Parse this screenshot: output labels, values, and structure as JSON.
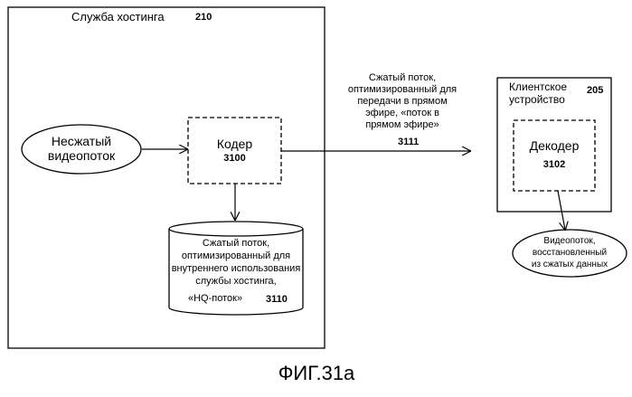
{
  "hosting_service": {
    "label": "Служба хостинга",
    "ref": "210"
  },
  "source": {
    "label_line1": "Несжатый",
    "label_line2": "видеопоток"
  },
  "encoder": {
    "label": "Кодер",
    "ref": "3100"
  },
  "storage": {
    "line1": "Сжатый поток,",
    "line2": "оптимизированный для",
    "line3": "внутреннего использования",
    "line4": "службы хостинга,",
    "line5": "«HQ-поток»",
    "ref": "3110"
  },
  "live_stream": {
    "line1": "Сжатый поток,",
    "line2": "оптимизированный для",
    "line3": "передачи в прямом",
    "line4": "эфире, «поток в",
    "line5": "прямом эфире»",
    "ref": "3111"
  },
  "client": {
    "line1": "Клиентское",
    "line2": "устройство",
    "ref": "205"
  },
  "decoder": {
    "label": "Декодер",
    "ref": "3102"
  },
  "output": {
    "line1": "Видеопоток,",
    "line2": "восстановленный",
    "line3": "из сжатых данных"
  },
  "figure_caption": "ФИГ.31а"
}
